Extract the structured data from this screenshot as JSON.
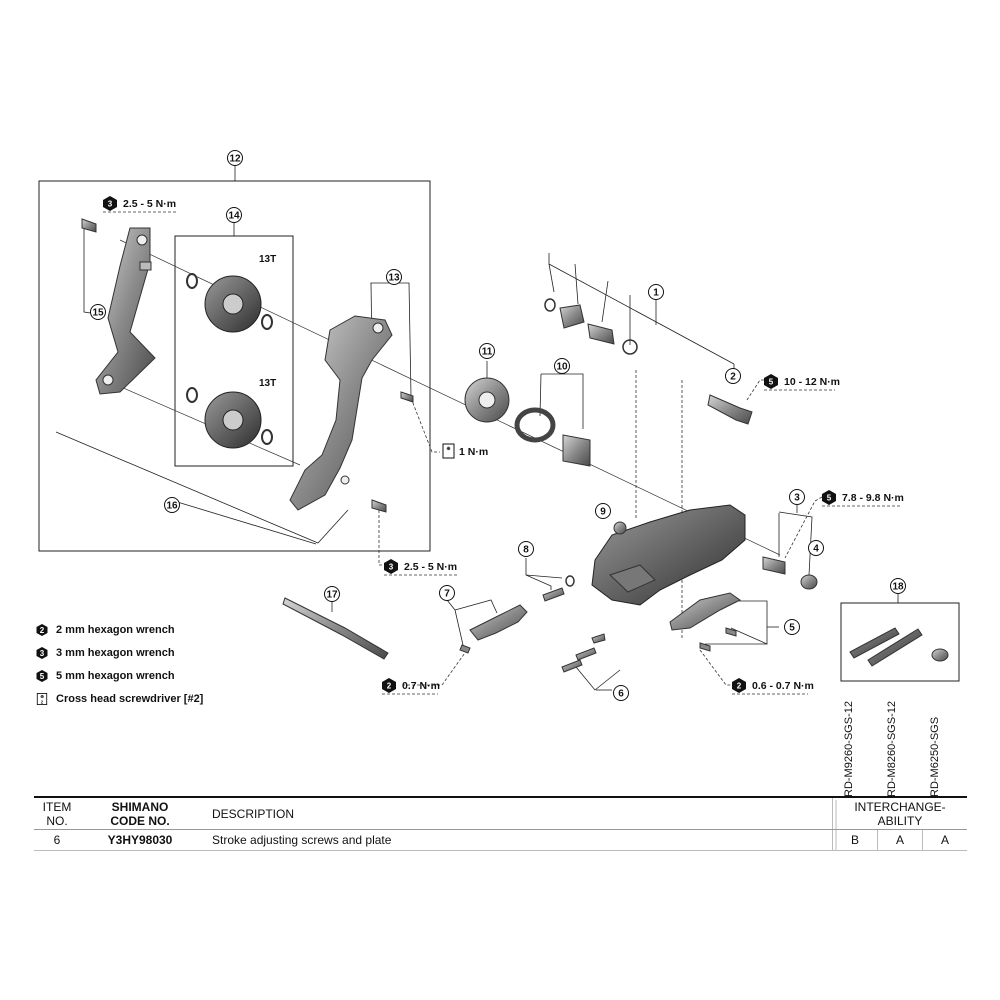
{
  "callouts": [
    "1",
    "2",
    "3",
    "4",
    "5",
    "6",
    "7",
    "8",
    "9",
    "10",
    "11",
    "12",
    "13",
    "14",
    "15",
    "16",
    "17",
    "18"
  ],
  "teeth_labels": [
    "13T",
    "13T"
  ],
  "torques": {
    "t15": "2.5 - 5 N·m",
    "t16": "2.5 - 5 N·m",
    "t13": "1 N·m",
    "t2": "10 - 12 N·m",
    "t3": "7.8 - 9.8 N·m",
    "t7": "0.7 N·m",
    "t5": "0.6 - 0.7 N·m"
  },
  "tool_icons": {
    "t15": "3",
    "t16": "3",
    "t2": "5",
    "t3": "5",
    "t7": "2",
    "t5": "2"
  },
  "legend": [
    {
      "icon": "2",
      "text": "2 mm hexagon wrench"
    },
    {
      "icon": "3",
      "text": "3 mm hexagon wrench"
    },
    {
      "icon": "5",
      "text": "5 mm hexagon wrench"
    },
    {
      "icon": "screwdriver",
      "text": "Cross head screwdriver [#2]"
    }
  ],
  "models": [
    "RD-M9260-SGS-12",
    "RD-M8260-SGS-12",
    "RD-M6250-SGS"
  ],
  "table": {
    "headers": {
      "item": [
        "ITEM",
        "NO."
      ],
      "code": [
        "SHIMANO",
        "CODE NO."
      ],
      "description": "DESCRIPTION",
      "interchange": [
        "INTERCHANGE-",
        "ABILITY"
      ]
    },
    "rows": [
      {
        "item": "6",
        "code": "Y3HY98030",
        "description": "Stroke adjusting screws and plate",
        "interchange": [
          "B",
          "A",
          "A"
        ]
      }
    ]
  }
}
